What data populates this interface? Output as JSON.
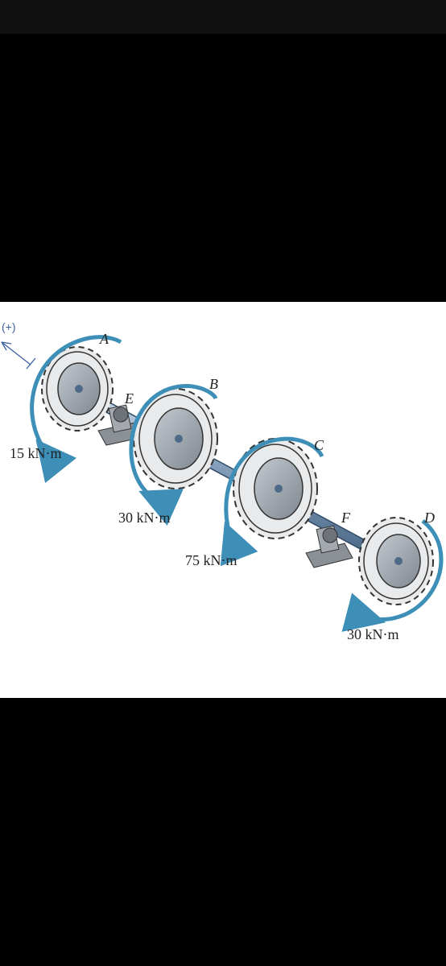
{
  "figure": {
    "sign_convention": "(+)",
    "points": {
      "A": "A",
      "B": "B",
      "C": "C",
      "D": "D",
      "E": "E",
      "F": "F"
    },
    "torques": {
      "A": "15 kN·m",
      "B": "30 kN·m",
      "C": "75 kN·m",
      "D": "30 kN·m"
    }
  },
  "colors": {
    "arrow": "#3d8fb8",
    "gear_fill": "#e9eaec",
    "gear_stroke": "#333333",
    "disk": "#9aa2aa",
    "shaft": "#7f9bb8"
  }
}
